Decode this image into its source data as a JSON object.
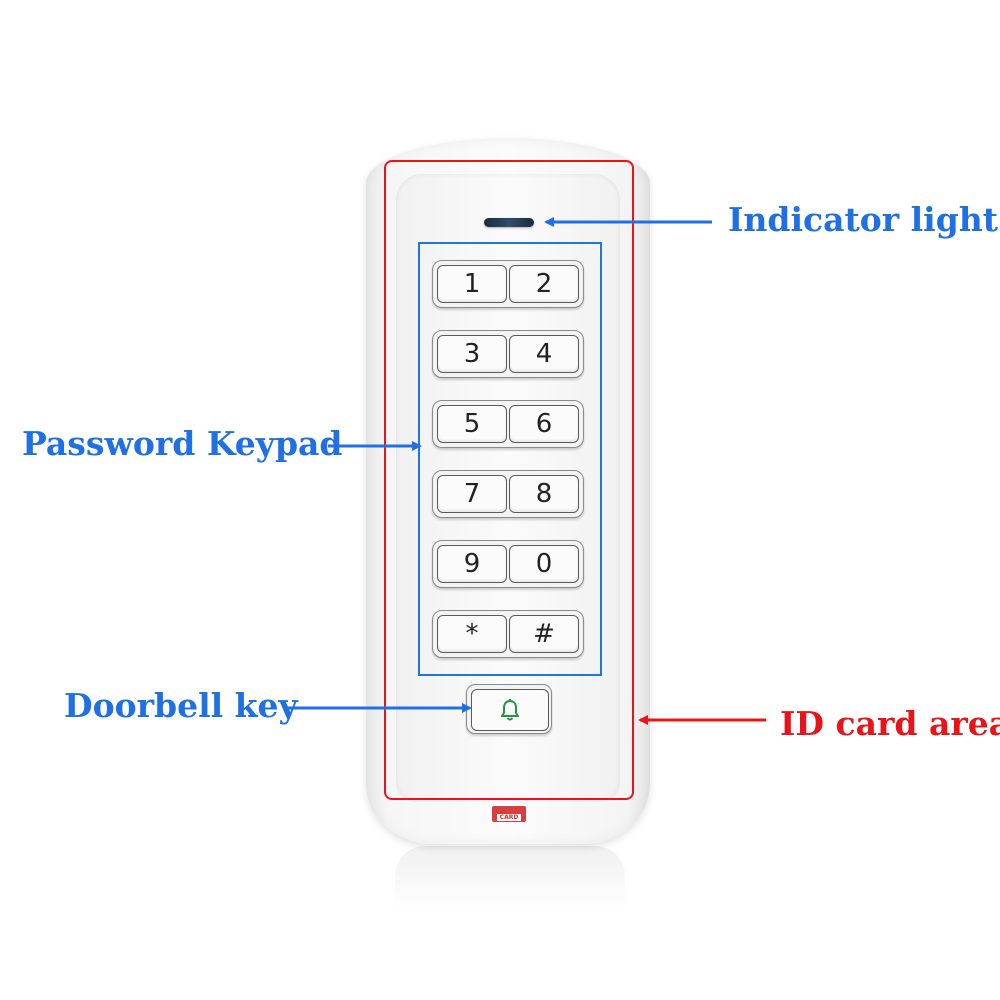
{
  "colors": {
    "blue_annotation": "#1f6fe5",
    "red_annotation": "#e8141a"
  },
  "labels": {
    "indicator_light": "Indicator light",
    "password_keypad": "Password Keypad",
    "doorbell_key": "Doorbell key",
    "id_card_area": "ID card area"
  },
  "keypad": {
    "rows": [
      [
        "1",
        "2"
      ],
      [
        "3",
        "4"
      ],
      [
        "5",
        "6"
      ],
      [
        "7",
        "8"
      ],
      [
        "9",
        "0"
      ],
      [
        "*",
        "#"
      ]
    ]
  },
  "doorbell": {
    "icon": "bell-icon"
  },
  "card_logo": {
    "text": "CARD"
  }
}
